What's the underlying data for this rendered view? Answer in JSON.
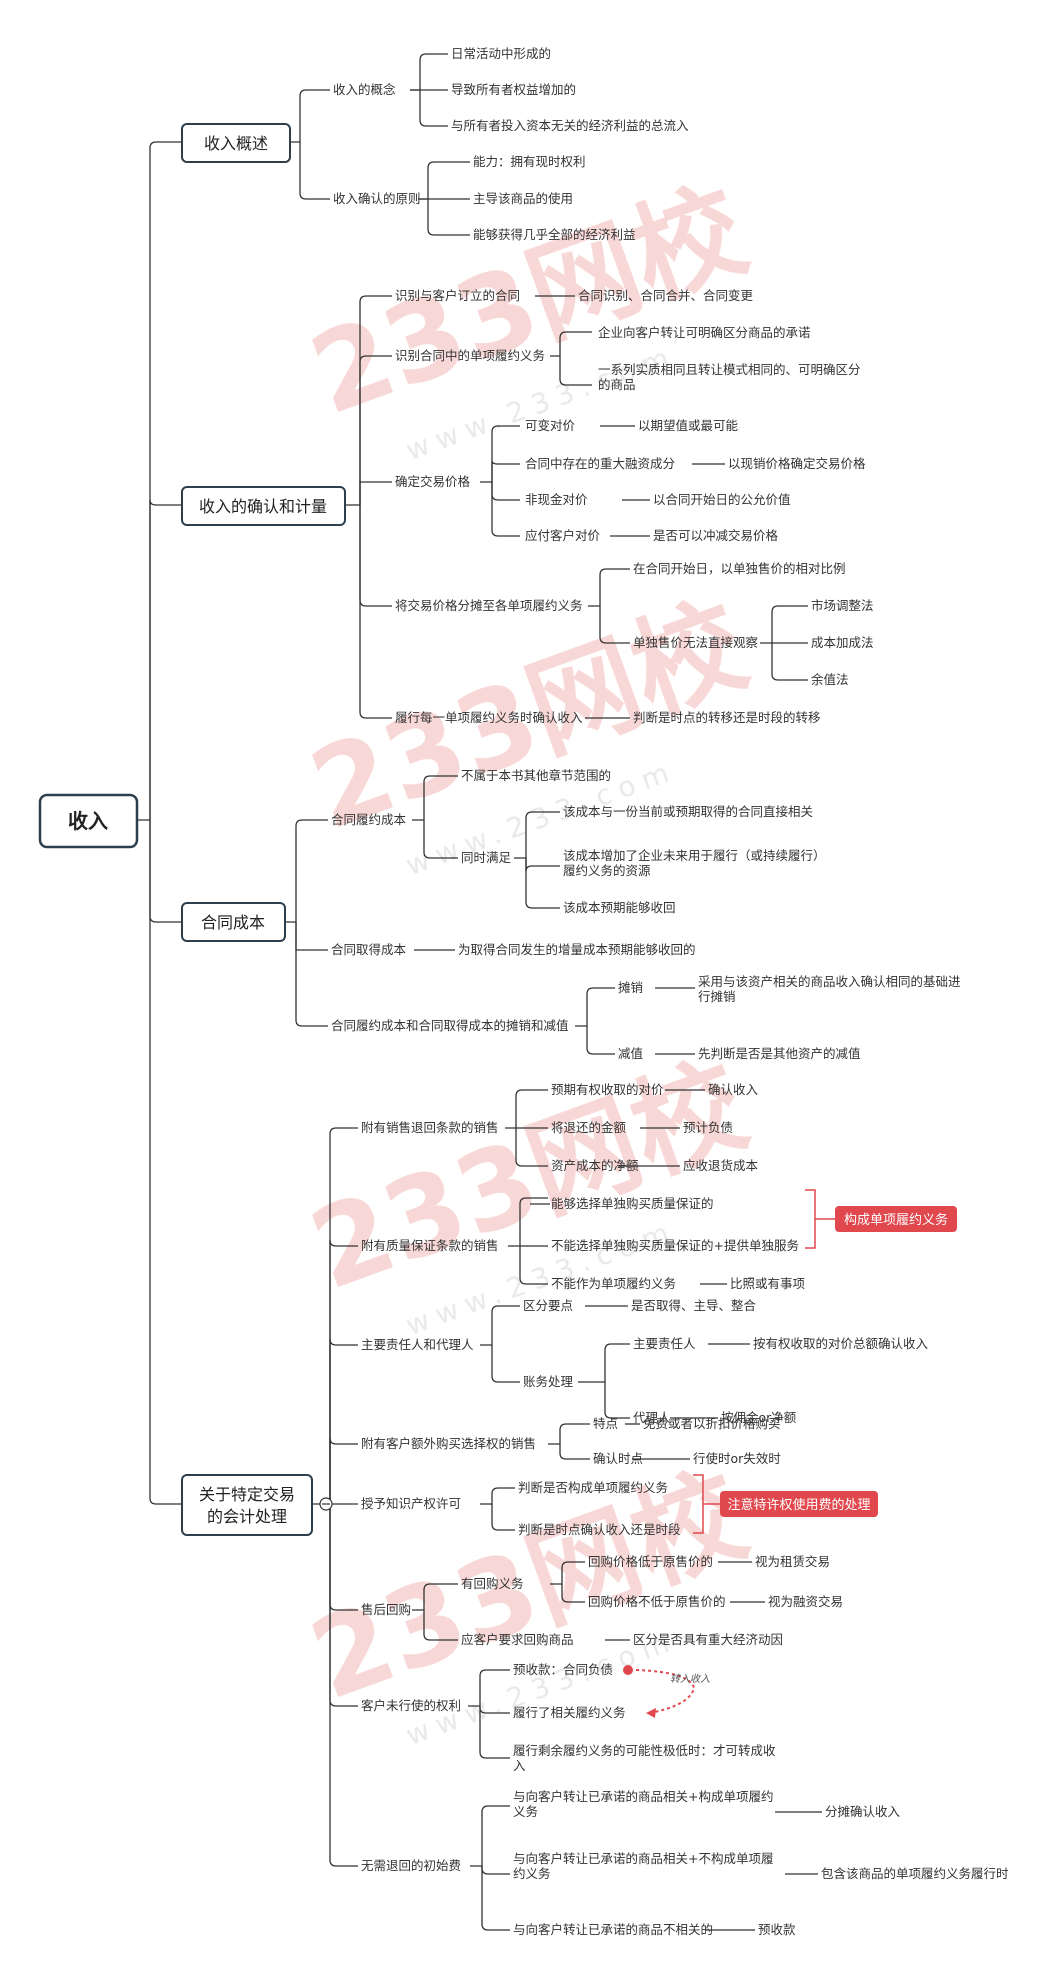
{
  "root": "收入",
  "sections": [
    {
      "title": "收入概述"
    },
    {
      "title": "收入的确认和计量"
    },
    {
      "title": "合同成本"
    },
    {
      "title": "关于特定交易",
      "title_line2": "的会计处理"
    }
  ],
  "nodes": {
    "s1": "收入的概念",
    "s1a": "日常活动中形成的",
    "s1b": "导致所有者权益增加的",
    "s1c": "与所有者投入资本无关的经济利益的总流入",
    "s2": "收入确认的原则",
    "s2a": "能力：拥有现时权利",
    "s2b": "主导该商品的使用",
    "s2c": "能够获得几乎全部的经济利益",
    "m1": "识别与客户订立的合同",
    "m1a": "合同识别、合同合并、合同变更",
    "m2": "识别合同中的单项履约义务",
    "m2a": "企业向客户转让可明确区分商品的承诺",
    "m2b1": "一系列实质相同且转让模式相同的、可明确区分",
    "m2b2": "的商品",
    "m3": "确定交易价格",
    "m3a": "可变对价",
    "m3a1": "以期望值或最可能",
    "m3b": "合同中存在的重大融资成分",
    "m3b1": "以现销价格确定交易价格",
    "m3c": "非现金对价",
    "m3c1": "以合同开始日的公允价值",
    "m3d": "应付客户对价",
    "m3d1": "是否可以冲减交易价格",
    "m4": "将交易价格分摊至各单项履约义务",
    "m4a": "在合同开始日，以单独售价的相对比例",
    "m4b": "单独售价无法直接观察",
    "m4b1": "市场调整法",
    "m4b2": "成本加成法",
    "m4b3": "余值法",
    "m5": "履行每一单项履约义务时确认收入",
    "m5a": "判断是时点的转移还是时段的转移",
    "c1": "合同履约成本",
    "c1a": "不属于本书其他章节范围的",
    "c1b": "同时满足",
    "c1b1": "该成本与一份当前或预期取得的合同直接相关",
    "c1b2l1": "该成本增加了企业未来用于履行（或持续履行）",
    "c1b2l2": "履约义务的资源",
    "c1b3": "该成本预期能够收回",
    "c2": "合同取得成本",
    "c2a": "为取得合同发生的增量成本预期能够收回的",
    "c3": "合同履约成本和合同取得成本的摊销和减值",
    "c3a": "摊销",
    "c3a1l1": "采用与该资产相关的商品收入确认相同的基础进",
    "c3a1l2": "行摊销",
    "c3b": "减值",
    "c3b1": "先判断是否是其他资产的减值",
    "t1": "附有销售退回条款的销售",
    "t1a": "预期有权收取的对价",
    "t1a1": "确认收入",
    "t1b": "将退还的金额",
    "t1b1": "预计负债",
    "t1c": "资产成本的净额",
    "t1c1": "应收退货成本",
    "t2": "附有质量保证条款的销售",
    "t2a": "能够选择单独购买质量保证的",
    "t2b": "不能选择单独购买质量保证的+提供单独服务",
    "t2c": "不能作为单项履约义务",
    "t2c1": "比照或有事项",
    "t2hl": "构成单项履约义务",
    "t3": "主要责任人和代理人",
    "t3a": "区分要点",
    "t3a1": "是否取得、主导、整合",
    "t3b": "账务处理",
    "t3b1": "主要责任人",
    "t3b1a": "按有权收取的对价总额确认收入",
    "t3b2": "代理人",
    "t3b2a": "按佣金or净额",
    "t4": "附有客户额外购买选择权的销售",
    "t4a": "特点",
    "t4a1": "免费或者以折扣价格购买",
    "t4b": "确认时点",
    "t4b1": "行使时or失效时",
    "t5": "授予知识产权许可",
    "t5a": "判断是否构成单项履约义务",
    "t5b": "判断是时点确认收入还是时段",
    "t5hl": "注意特许权使用费的处理",
    "t6": "售后回购",
    "t6a": "有回购义务",
    "t6a1": "回购价格低于原售价的",
    "t6a1a": "视为租赁交易",
    "t6a2": "回购价格不低于原售价的",
    "t6a2a": "视为融资交易",
    "t6b": "应客户要求回购商品",
    "t6b1": "区分是否具有重大经济动因",
    "t7": "客户未行使的权利",
    "t7a": "预收款：合同负债",
    "t7b": "履行了相关履约义务",
    "t7note": "转入收入",
    "t7cl1": "履行剩余履约义务的可能性极低时：才可转成收",
    "t7cl2": "入",
    "t8": "无需退回的初始费",
    "t8al1": "与向客户转让已承诺的商品相关+构成单项履约",
    "t8al2": "义务",
    "t8a1": "分摊确认收入",
    "t8bl1": "与向客户转让已承诺的商品相关+不构成单项履",
    "t8bl2": "约义务",
    "t8b1": "包含该商品的单项履约义务履行时",
    "t8c": "与向客户转让已承诺的商品不相关的",
    "t8c1": "预收款"
  },
  "watermark": {
    "text": "233网校",
    "url": "www.233.com"
  },
  "colors": {
    "line": "#333333",
    "accent": "#e0484e",
    "watermark": "#f2c6c3"
  }
}
